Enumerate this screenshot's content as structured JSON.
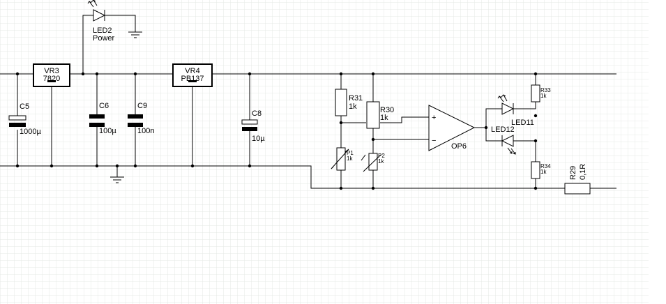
{
  "schematic": {
    "components": {
      "vr3": {
        "ref": "VR3",
        "value": "7820"
      },
      "vr4": {
        "ref": "VR4",
        "value": "PB137"
      },
      "led2": {
        "ref": "LED2",
        "value": "Power"
      },
      "c5": {
        "ref": "C5",
        "value": "1000µ"
      },
      "c6": {
        "ref": "C6",
        "value": "100µ"
      },
      "c9": {
        "ref": "C9",
        "value": "100n"
      },
      "c8": {
        "ref": "C8",
        "value": "10µ"
      },
      "r31": {
        "ref": "R31",
        "value": "1k"
      },
      "r30": {
        "ref": "R30",
        "value": "1k"
      },
      "p1": {
        "ref": "P1",
        "value": "1k"
      },
      "p2": {
        "ref": "P2",
        "value": "1k"
      },
      "op6": {
        "ref": "OP6",
        "plus": "+",
        "minus": "−"
      },
      "led11": {
        "ref": "LED11"
      },
      "led12": {
        "ref": "LED12"
      },
      "r33": {
        "ref": "R33",
        "value": "1k"
      },
      "r34": {
        "ref": "R34",
        "value": "1k"
      },
      "r29": {
        "ref": "R29",
        "value": "0,1R"
      }
    },
    "colors": {
      "grid": "#e4e8e4",
      "wire": "#000000",
      "background": "#ffffff"
    }
  }
}
